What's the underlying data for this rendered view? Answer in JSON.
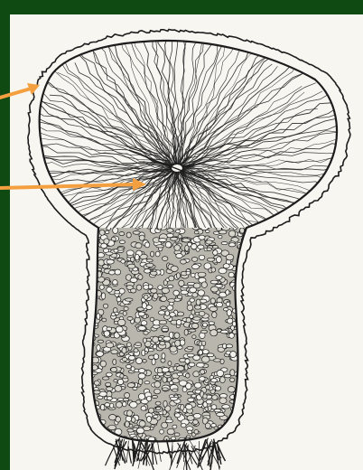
{
  "image": {
    "subject": "illustration",
    "style": "pen-and-ink engraving",
    "colors": {
      "frame": "#0f4a12",
      "paper": "#f7f6f1",
      "ink": "#1c1c1c",
      "arrow": "#f4a040"
    }
  },
  "annotations": {
    "arrows": [
      {
        "name": "outer-wall-pointer",
        "color": "#f4a040"
      },
      {
        "name": "gleba-center-pointer",
        "color": "#f4a040"
      }
    ]
  }
}
